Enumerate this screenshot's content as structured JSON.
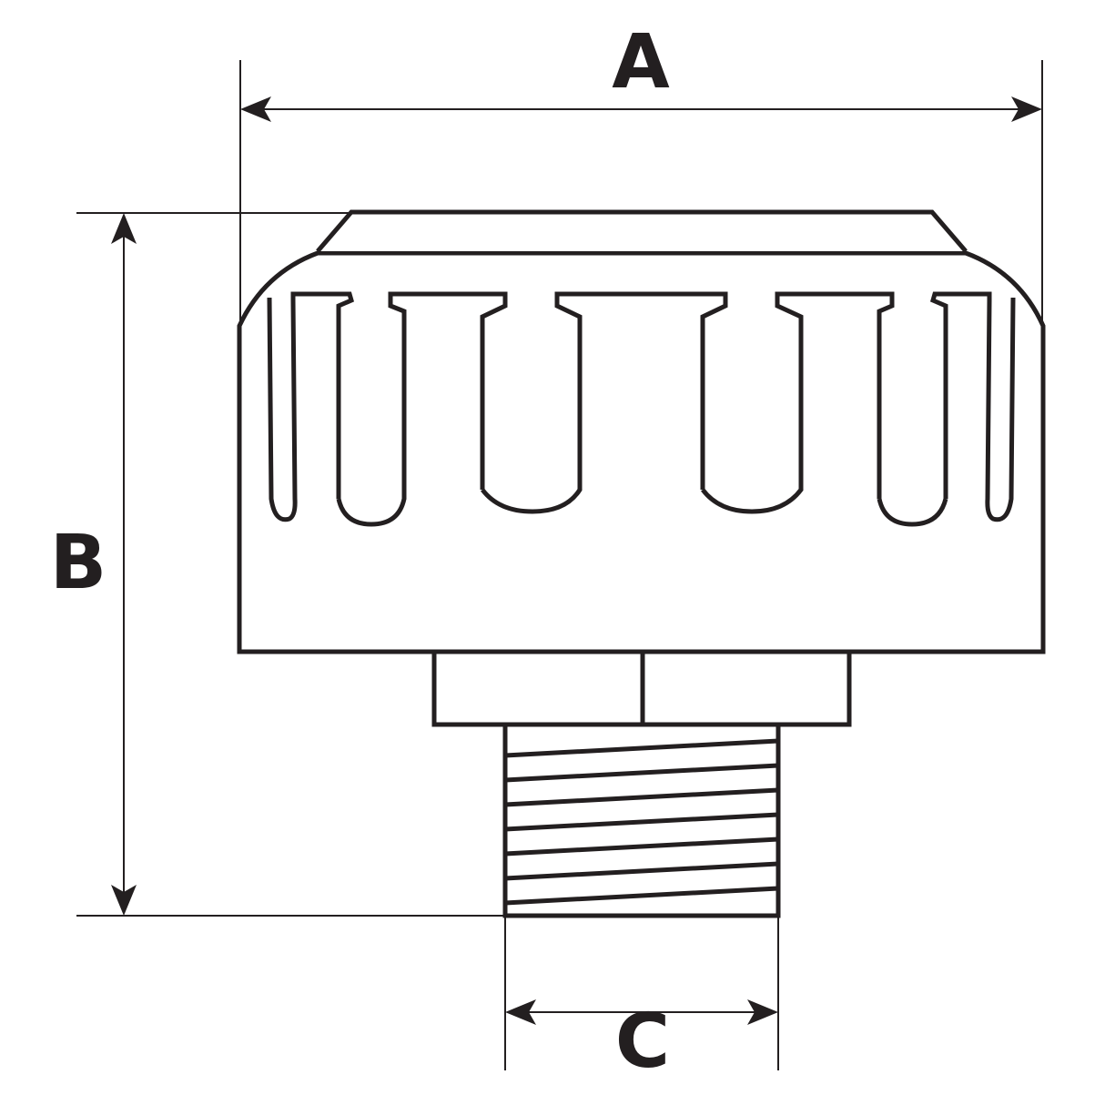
{
  "diagram": {
    "dimensions": [
      {
        "id": "A",
        "label": "A"
      },
      {
        "id": "B",
        "label": "B"
      },
      {
        "id": "C",
        "label": "C"
      }
    ],
    "line_color": "#231f20",
    "background": "#ffffff"
  }
}
